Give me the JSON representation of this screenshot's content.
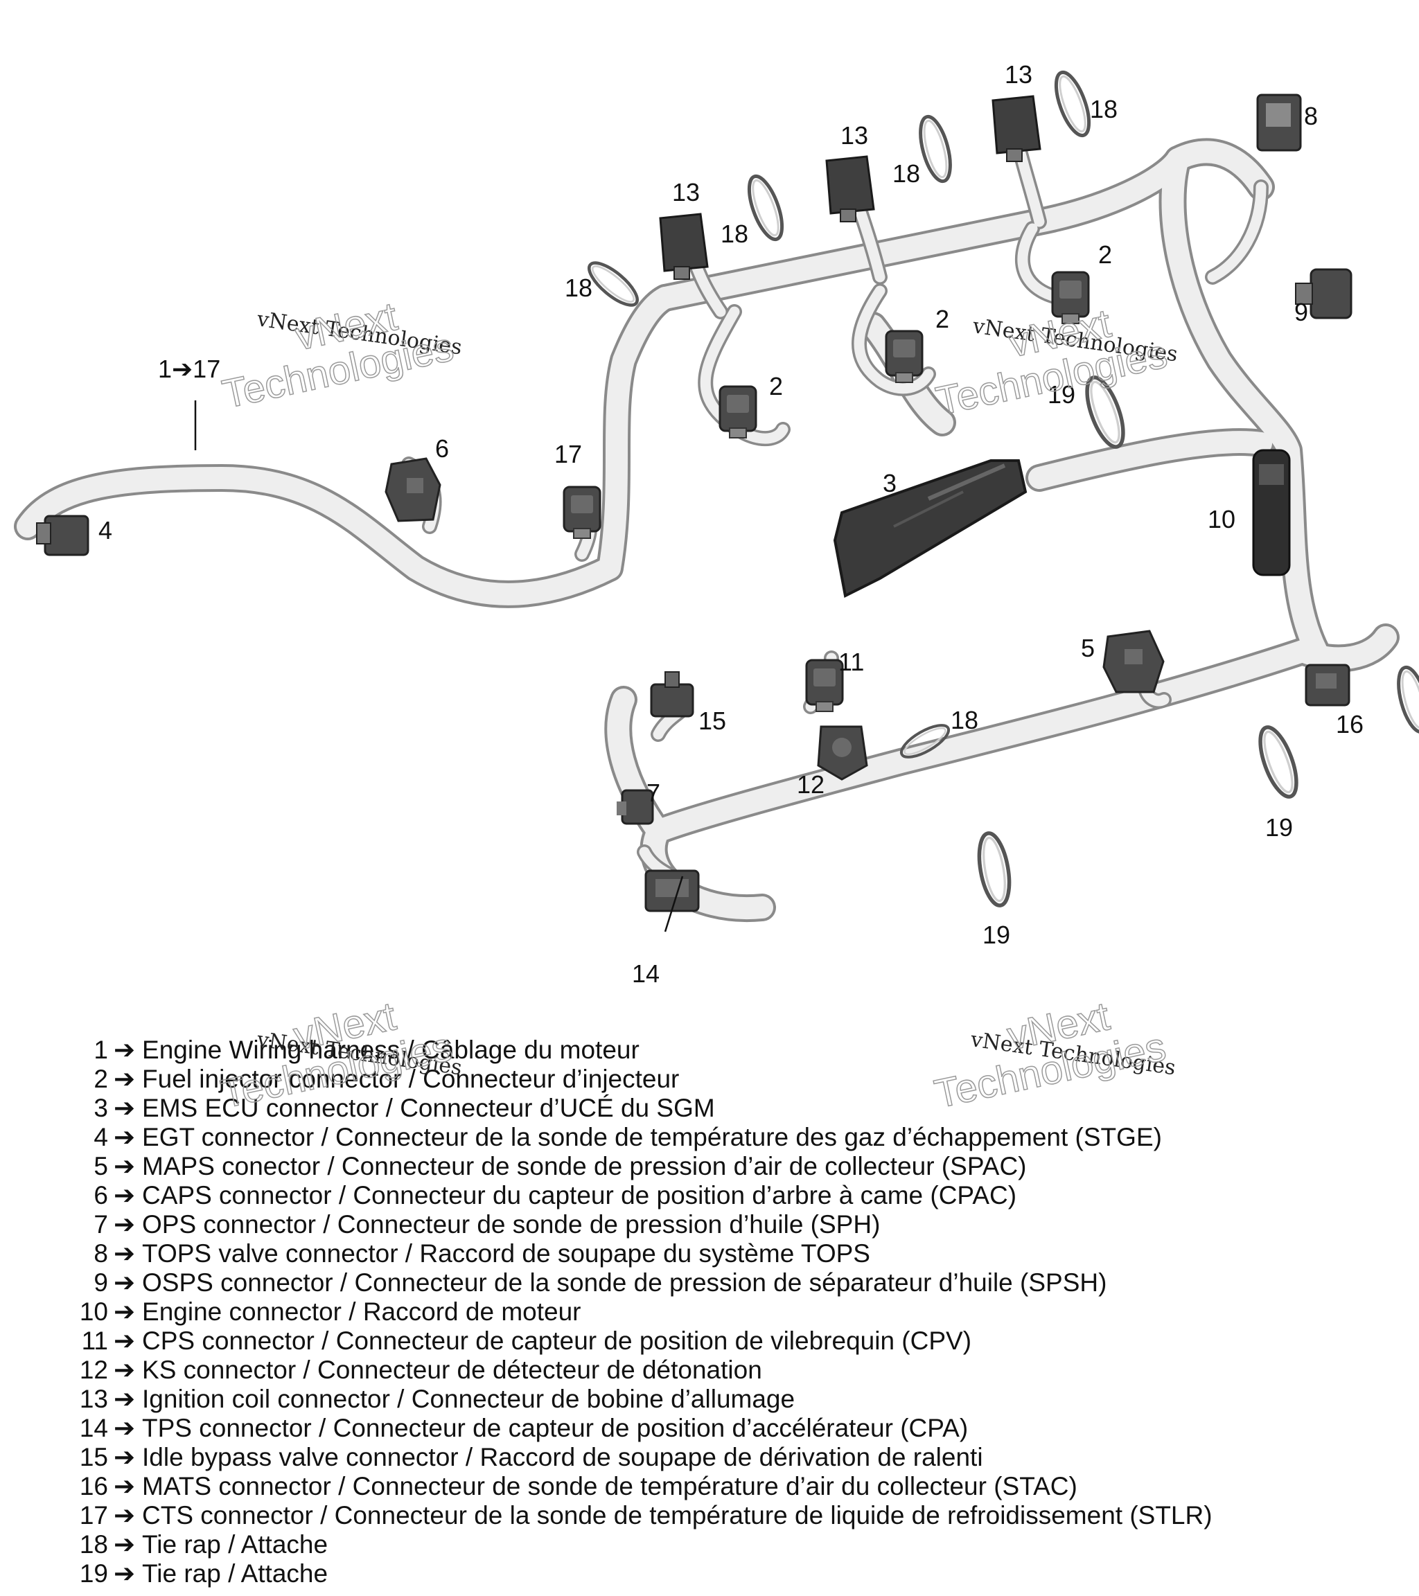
{
  "callouts": {
    "c1_17": "1➔17",
    "c2": "2",
    "c3": "3",
    "c4": "4",
    "c5": "5",
    "c6": "6",
    "c7": "7",
    "c8": "8",
    "c9": "9",
    "c10": "10",
    "c11": "11",
    "c12": "12",
    "c13": "13",
    "c14": "14",
    "c15": "15",
    "c16": "16",
    "c17": "17",
    "c18": "18",
    "c19": "19"
  },
  "watermark": {
    "line1": "vNext Technologies",
    "line2a": "vNext",
    "line2b": "Technologies"
  },
  "legend": [
    {
      "num": "1",
      "arrow": "➔",
      "text": "Engine Wiring harness / Câblage du moteur"
    },
    {
      "num": "2",
      "arrow": "➔",
      "text": "Fuel injector connector / Connecteur d’injecteur"
    },
    {
      "num": "3",
      "arrow": "➔",
      "text": "EMS ECU connector / Connecteur d’UCÉ du SGM"
    },
    {
      "num": "4",
      "arrow": "➔",
      "text": "EGT connector / Connecteur de la sonde de température des gaz d’échappement (STGE)"
    },
    {
      "num": "5",
      "arrow": "➔",
      "text": "MAPS conector / Connecteur de sonde de pression d’air de collecteur (SPAC)"
    },
    {
      "num": "6",
      "arrow": "➔",
      "text": "CAPS connector / Connecteur du capteur de position d’arbre à came (CPAC)"
    },
    {
      "num": "7",
      "arrow": "➔",
      "text": "OPS connector / Connecteur de sonde de pression d’huile (SPH)"
    },
    {
      "num": "8",
      "arrow": "➔",
      "text": "TOPS valve connector / Raccord de soupape du système TOPS"
    },
    {
      "num": "9",
      "arrow": "➔",
      "text": "OSPS connector / Connecteur de la sonde de pression de séparateur d’huile (SPSH)"
    },
    {
      "num": "10",
      "arrow": "➔",
      "text": "Engine connector / Raccord de moteur"
    },
    {
      "num": "11",
      "arrow": "➔",
      "text": "CPS connector / Connecteur de capteur de position de vilebrequin (CPV)"
    },
    {
      "num": "12",
      "arrow": "➔",
      "text": "KS connector / Connecteur de détecteur de détonation"
    },
    {
      "num": "13",
      "arrow": "➔",
      "text": "Ignition coil connector / Connecteur de bobine d’allumage"
    },
    {
      "num": "14",
      "arrow": "➔",
      "text": "TPS connector / Connecteur de capteur de position d’accélérateur (CPA)"
    },
    {
      "num": "15",
      "arrow": "➔",
      "text": "Idle bypass valve connector / Raccord de soupape de dérivation de ralenti"
    },
    {
      "num": "16",
      "arrow": "➔",
      "text": "MATS connector / Connecteur de sonde de température d’air du collecteur (STAC)"
    },
    {
      "num": "17",
      "arrow": "➔",
      "text": "CTS connector / Connecteur de la sonde de température de liquide de refroidissement (STLR)"
    },
    {
      "num": "18",
      "arrow": "➔",
      "text": "Tie rap / Attache"
    },
    {
      "num": "19",
      "arrow": "➔",
      "text": "Tie rap / Attache"
    }
  ]
}
